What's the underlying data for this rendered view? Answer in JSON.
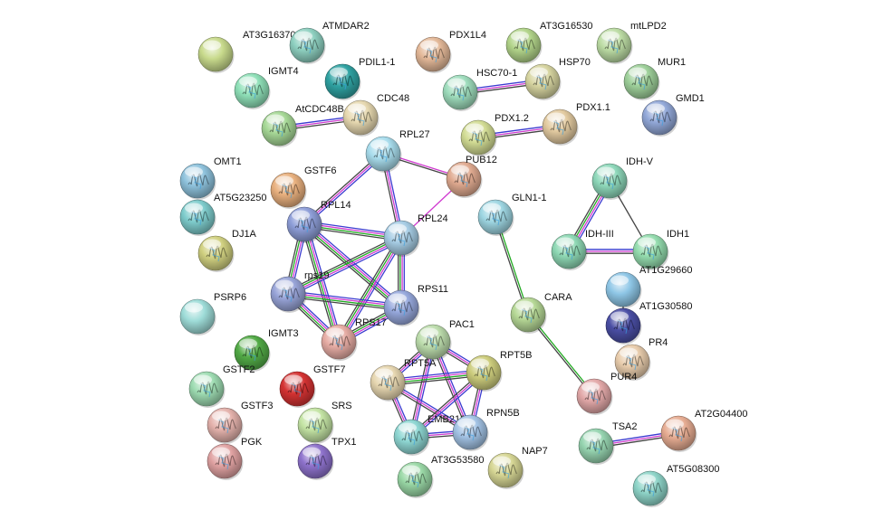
{
  "nodes": [
    {
      "id": "AT3G16370",
      "label": "AT3G16370",
      "color": "#c8da8c",
      "structure": false
    },
    {
      "id": "ATMDAR2",
      "label": "ATMDAR2",
      "color": "#8ed0c0",
      "structure": true
    },
    {
      "id": "PDX1L4",
      "label": "PDX1L4",
      "color": "#e3b898",
      "structure": true
    },
    {
      "id": "AT3G16530",
      "label": "AT3G16530",
      "color": "#b2d48a",
      "structure": true
    },
    {
      "id": "mtLPD2",
      "label": "mtLPD2",
      "color": "#bcdca4",
      "structure": true
    },
    {
      "id": "IGMT4",
      "label": "IGMT4",
      "color": "#8fe0b8",
      "structure": true
    },
    {
      "id": "PDIL1-1",
      "label": "PDIL1-1",
      "color": "#2fa2a2",
      "structure": true
    },
    {
      "id": "HSC70-1",
      "label": "HSC70-1",
      "color": "#9edcbc",
      "structure": true
    },
    {
      "id": "HSP70",
      "label": "HSP70",
      "color": "#d6d4a0",
      "structure": true
    },
    {
      "id": "MUR1",
      "label": "MUR1",
      "color": "#9ed09a",
      "structure": true
    },
    {
      "id": "CDC48",
      "label": "CDC48",
      "color": "#e6d8b0",
      "structure": true
    },
    {
      "id": "AtCDC48B",
      "label": "AtCDC48B",
      "color": "#a6d896",
      "structure": true
    },
    {
      "id": "GMD1",
      "label": "GMD1",
      "color": "#92a8d8",
      "structure": true
    },
    {
      "id": "PDX1.2",
      "label": "PDX1.2",
      "color": "#d2dc94",
      "structure": true
    },
    {
      "id": "PDX1.1",
      "label": "PDX1.1",
      "color": "#e2caa0",
      "structure": true
    },
    {
      "id": "RPL27",
      "label": "RPL27",
      "color": "#a8dcec",
      "structure": true
    },
    {
      "id": "PUB12",
      "label": "PUB12",
      "color": "#e0aa90",
      "structure": true
    },
    {
      "id": "OMT1",
      "label": "OMT1",
      "color": "#8ec2dc",
      "structure": true
    },
    {
      "id": "GSTF6",
      "label": "GSTF6",
      "color": "#e8b07e",
      "structure": true
    },
    {
      "id": "IDH-V",
      "label": "IDH-V",
      "color": "#8ed8ba",
      "structure": true
    },
    {
      "id": "AT5G23250",
      "label": "AT5G23250",
      "color": "#7ecccc",
      "structure": true
    },
    {
      "id": "RPL14",
      "label": "RPL14",
      "color": "#8e9ed8",
      "structure": true
    },
    {
      "id": "GLN1-1",
      "label": "GLN1-1",
      "color": "#9ed6e2",
      "structure": true
    },
    {
      "id": "RPL24",
      "label": "RPL24",
      "color": "#a6cce4",
      "structure": true
    },
    {
      "id": "DJ1A",
      "label": "DJ1A",
      "color": "#d0d080",
      "structure": true
    },
    {
      "id": "IDH-III",
      "label": "IDH-III",
      "color": "#8ed8b4",
      "structure": true
    },
    {
      "id": "IDH1",
      "label": "IDH1",
      "color": "#94dcae",
      "structure": true
    },
    {
      "id": "AT1G29660",
      "label": "AT1G29660",
      "color": "#8ec6e6",
      "structure": false
    },
    {
      "id": "rps19",
      "label": "rps19",
      "color": "#98a4d8",
      "structure": true
    },
    {
      "id": "RPS11",
      "label": "RPS11",
      "color": "#96a8dc",
      "structure": true
    },
    {
      "id": "PSRP6",
      "label": "PSRP6",
      "color": "#9edcd8",
      "structure": false
    },
    {
      "id": "CARA",
      "label": "CARA",
      "color": "#b6d896",
      "structure": true
    },
    {
      "id": "AT1G30580",
      "label": "AT1G30580",
      "color": "#4a4ea4",
      "structure": true
    },
    {
      "id": "RPS17",
      "label": "RPS17",
      "color": "#e6aca4",
      "structure": true
    },
    {
      "id": "PAC1",
      "label": "PAC1",
      "color": "#bcdcac",
      "structure": true
    },
    {
      "id": "IGMT3",
      "label": "IGMT3",
      "color": "#52aa46",
      "structure": true
    },
    {
      "id": "PR4",
      "label": "PR4",
      "color": "#e8ccac",
      "structure": true
    },
    {
      "id": "RPT5B",
      "label": "RPT5B",
      "color": "#cccc7c",
      "structure": true
    },
    {
      "id": "RPT5A",
      "label": "RPT5A",
      "color": "#e6d6b0",
      "structure": true
    },
    {
      "id": "GSTF2",
      "label": "GSTF2",
      "color": "#9edcb2",
      "structure": true
    },
    {
      "id": "GSTF7",
      "label": "GSTF7",
      "color": "#d43232",
      "structure": true
    },
    {
      "id": "PUR4",
      "label": "PUR4",
      "color": "#e2a8a8",
      "structure": true
    },
    {
      "id": "GSTF3",
      "label": "GSTF3",
      "color": "#e4b2ac",
      "structure": true
    },
    {
      "id": "SRS",
      "label": "SRS",
      "color": "#c4e4a4",
      "structure": true
    },
    {
      "id": "EMB2107",
      "label": "EMB2107",
      "color": "#8ed6d2",
      "structure": true
    },
    {
      "id": "RPN5B",
      "label": "RPN5B",
      "color": "#a2c2e4",
      "structure": true
    },
    {
      "id": "TSA2",
      "label": "TSA2",
      "color": "#96d4b0",
      "structure": true
    },
    {
      "id": "AT2G04400",
      "label": "AT2G04400",
      "color": "#e6ac92",
      "structure": true
    },
    {
      "id": "PGK",
      "label": "PGK",
      "color": "#e0a2a2",
      "structure": true
    },
    {
      "id": "TPX1",
      "label": "TPX1",
      "color": "#8e72cc",
      "structure": true
    },
    {
      "id": "NAP7",
      "label": "NAP7",
      "color": "#d6d694",
      "structure": true
    },
    {
      "id": "AT3G53580",
      "label": "AT3G53580",
      "color": "#9ad8a6",
      "structure": true
    },
    {
      "id": "AT5G08300",
      "label": "AT5G08300",
      "color": "#8ed4c8",
      "structure": true
    }
  ],
  "edges": [
    {
      "source": "AtCDC48B",
      "target": "CDC48",
      "colors": [
        "#3a3ad0",
        "#d03ad0",
        "#444444"
      ]
    },
    {
      "source": "HSC70-1",
      "target": "HSP70",
      "colors": [
        "#3a3ad0",
        "#d03ad0",
        "#444444"
      ]
    },
    {
      "source": "PDX1.2",
      "target": "PDX1.1",
      "colors": [
        "#3a3ad0",
        "#d03ad0",
        "#444444"
      ]
    },
    {
      "source": "RPL27",
      "target": "RPL14",
      "colors": [
        "#3a3ad0",
        "#d03ad0",
        "#444444"
      ]
    },
    {
      "source": "RPL27",
      "target": "RPL24",
      "colors": [
        "#3a3ad0",
        "#d03ad0",
        "#444444"
      ]
    },
    {
      "source": "RPL27",
      "target": "PUB12",
      "colors": [
        "#d03ad0",
        "#444444"
      ]
    },
    {
      "source": "PUB12",
      "target": "RPL24",
      "colors": [
        "#d03ad0"
      ]
    },
    {
      "source": "RPL14",
      "target": "RPL24",
      "colors": [
        "#3a3ad0",
        "#d03ad0",
        "#22aa22",
        "#444444"
      ]
    },
    {
      "source": "RPL14",
      "target": "rps19",
      "colors": [
        "#3a3ad0",
        "#d03ad0",
        "#22aa22",
        "#444444"
      ]
    },
    {
      "source": "RPL14",
      "target": "RPS11",
      "colors": [
        "#3a3ad0",
        "#d03ad0",
        "#22aa22",
        "#444444"
      ]
    },
    {
      "source": "RPL14",
      "target": "RPS17",
      "colors": [
        "#3a3ad0",
        "#d03ad0",
        "#22aa22",
        "#444444"
      ]
    },
    {
      "source": "RPL24",
      "target": "rps19",
      "colors": [
        "#3a3ad0",
        "#d03ad0",
        "#22aa22",
        "#444444"
      ]
    },
    {
      "source": "RPL24",
      "target": "RPS11",
      "colors": [
        "#3a3ad0",
        "#d03ad0",
        "#22aa22",
        "#444444"
      ]
    },
    {
      "source": "RPL24",
      "target": "RPS17",
      "colors": [
        "#3a3ad0",
        "#d03ad0",
        "#22aa22",
        "#444444"
      ]
    },
    {
      "source": "rps19",
      "target": "RPS11",
      "colors": [
        "#3a3ad0",
        "#d03ad0",
        "#22aa22",
        "#444444"
      ]
    },
    {
      "source": "rps19",
      "target": "RPS17",
      "colors": [
        "#3a3ad0",
        "#d03ad0",
        "#22aa22",
        "#444444"
      ]
    },
    {
      "source": "RPS11",
      "target": "RPS17",
      "colors": [
        "#3a3ad0",
        "#d03ad0",
        "#22aa22",
        "#444444"
      ]
    },
    {
      "source": "IDH-V",
      "target": "IDH-III",
      "colors": [
        "#3a3ad0",
        "#d03ad0",
        "#22aa22",
        "#444444"
      ]
    },
    {
      "source": "IDH-V",
      "target": "IDH1",
      "colors": [
        "#444444"
      ]
    },
    {
      "source": "IDH-III",
      "target": "IDH1",
      "colors": [
        "#3a3ad0",
        "#d03ad0",
        "#444444"
      ]
    },
    {
      "source": "AT1G29660",
      "target": "AT1G30580",
      "colors": [
        "#444444"
      ]
    },
    {
      "source": "GLN1-1",
      "target": "CARA",
      "colors": [
        "#22aa22",
        "#444444"
      ]
    },
    {
      "source": "CARA",
      "target": "PUR4",
      "colors": [
        "#22aa22",
        "#444444"
      ]
    },
    {
      "source": "PAC1",
      "target": "RPT5A",
      "colors": [
        "#3a3ad0",
        "#d03ad0",
        "#444444"
      ]
    },
    {
      "source": "PAC1",
      "target": "RPT5B",
      "colors": [
        "#3a3ad0",
        "#d03ad0",
        "#444444"
      ]
    },
    {
      "source": "PAC1",
      "target": "EMB2107",
      "colors": [
        "#3a3ad0",
        "#d03ad0",
        "#444444"
      ]
    },
    {
      "source": "PAC1",
      "target": "RPN5B",
      "colors": [
        "#3a3ad0",
        "#d03ad0",
        "#444444"
      ]
    },
    {
      "source": "RPT5A",
      "target": "RPT5B",
      "colors": [
        "#3a3ad0",
        "#d03ad0",
        "#22aa22",
        "#444444"
      ]
    },
    {
      "source": "RPT5A",
      "target": "EMB2107",
      "colors": [
        "#3a3ad0",
        "#d03ad0",
        "#444444"
      ]
    },
    {
      "source": "RPT5A",
      "target": "RPN5B",
      "colors": [
        "#3a3ad0",
        "#d03ad0",
        "#444444"
      ]
    },
    {
      "source": "RPT5B",
      "target": "EMB2107",
      "colors": [
        "#3a3ad0",
        "#d03ad0",
        "#444444"
      ]
    },
    {
      "source": "RPT5B",
      "target": "RPN5B",
      "colors": [
        "#3a3ad0",
        "#d03ad0",
        "#444444"
      ]
    },
    {
      "source": "EMB2107",
      "target": "RPN5B",
      "colors": [
        "#3a3ad0",
        "#d03ad0",
        "#444444"
      ]
    },
    {
      "source": "TSA2",
      "target": "AT2G04400",
      "colors": [
        "#3a3ad0",
        "#d03ad0",
        "#444444"
      ]
    }
  ]
}
